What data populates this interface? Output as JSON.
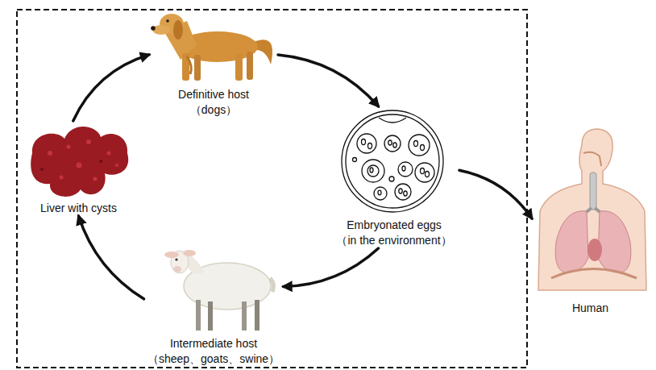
{
  "diagram": {
    "nodes": [
      {
        "text": [
          "Definitive host",
          "（dogs）"
        ]
      },
      {
        "text": [
          "Embryonated eggs",
          "（in the environment）"
        ]
      },
      {
        "text": [
          "Intermediate host",
          "（sheep、goats、swine）"
        ]
      },
      {
        "text": [
          "Liver with cysts"
        ]
      },
      {
        "text": [
          "Human"
        ]
      }
    ],
    "edges": [
      {
        "from": 3,
        "to": 0,
        "arrow": "to"
      },
      {
        "from": 0,
        "to": 1,
        "arrow": "to"
      },
      {
        "from": 1,
        "to": 2,
        "arrow": "to"
      },
      {
        "from": 2,
        "to": 3,
        "arrow": "to"
      },
      {
        "from": 1,
        "to": 4,
        "arrow": "to"
      }
    ]
  }
}
